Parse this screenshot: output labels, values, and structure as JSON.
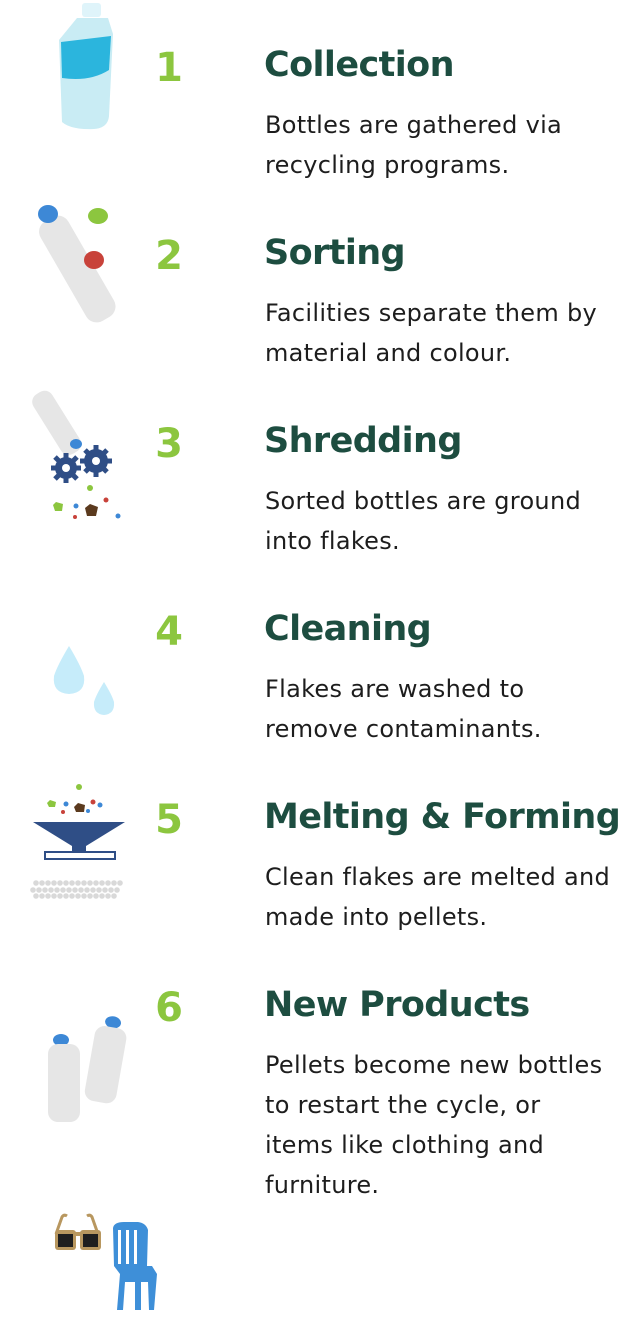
{
  "steps": [
    {
      "number": "1",
      "title": "Collection",
      "description": "Bottles are gathered via recycling programs.",
      "icon": "water-bottle-icon"
    },
    {
      "number": "2",
      "title": "Sorting",
      "description": "Facilities separate them by material and colour.",
      "icon": "sorting-bottle-caps-icon"
    },
    {
      "number": "3",
      "title": "Shredding",
      "description": "Sorted bottles are ground into flakes.",
      "icon": "shredder-gears-icon"
    },
    {
      "number": "4",
      "title": "Cleaning",
      "description": "Flakes are washed to remove contaminants.",
      "icon": "water-drops-icon"
    },
    {
      "number": "5",
      "title": "Melting & Forming",
      "description": "Clean flakes are melted and made into pellets.",
      "icon": "funnel-pellets-icon"
    },
    {
      "number": "6",
      "title": "New Products",
      "description": "Pellets become new bottles to restart the cycle, or items like clothing and furniture.",
      "icon": "new-products-icon"
    }
  ],
  "colors": {
    "number_green": "#8cc63f",
    "title_green": "#1d4d40",
    "body_text": "#1d1d1d",
    "bottle_cyan": "#2bb5dd",
    "bottle_light": "#c9ecf4",
    "cap_blue": "#3d88d6",
    "cap_green": "#8cc63f",
    "cap_red": "#c8423a",
    "gear_navy": "#2f4e86",
    "flake_brown": "#5b3a1e",
    "drop_blue": "#c6ecfa",
    "chair_blue": "#3e8fd8",
    "glasses_tan": "#b8975f"
  }
}
